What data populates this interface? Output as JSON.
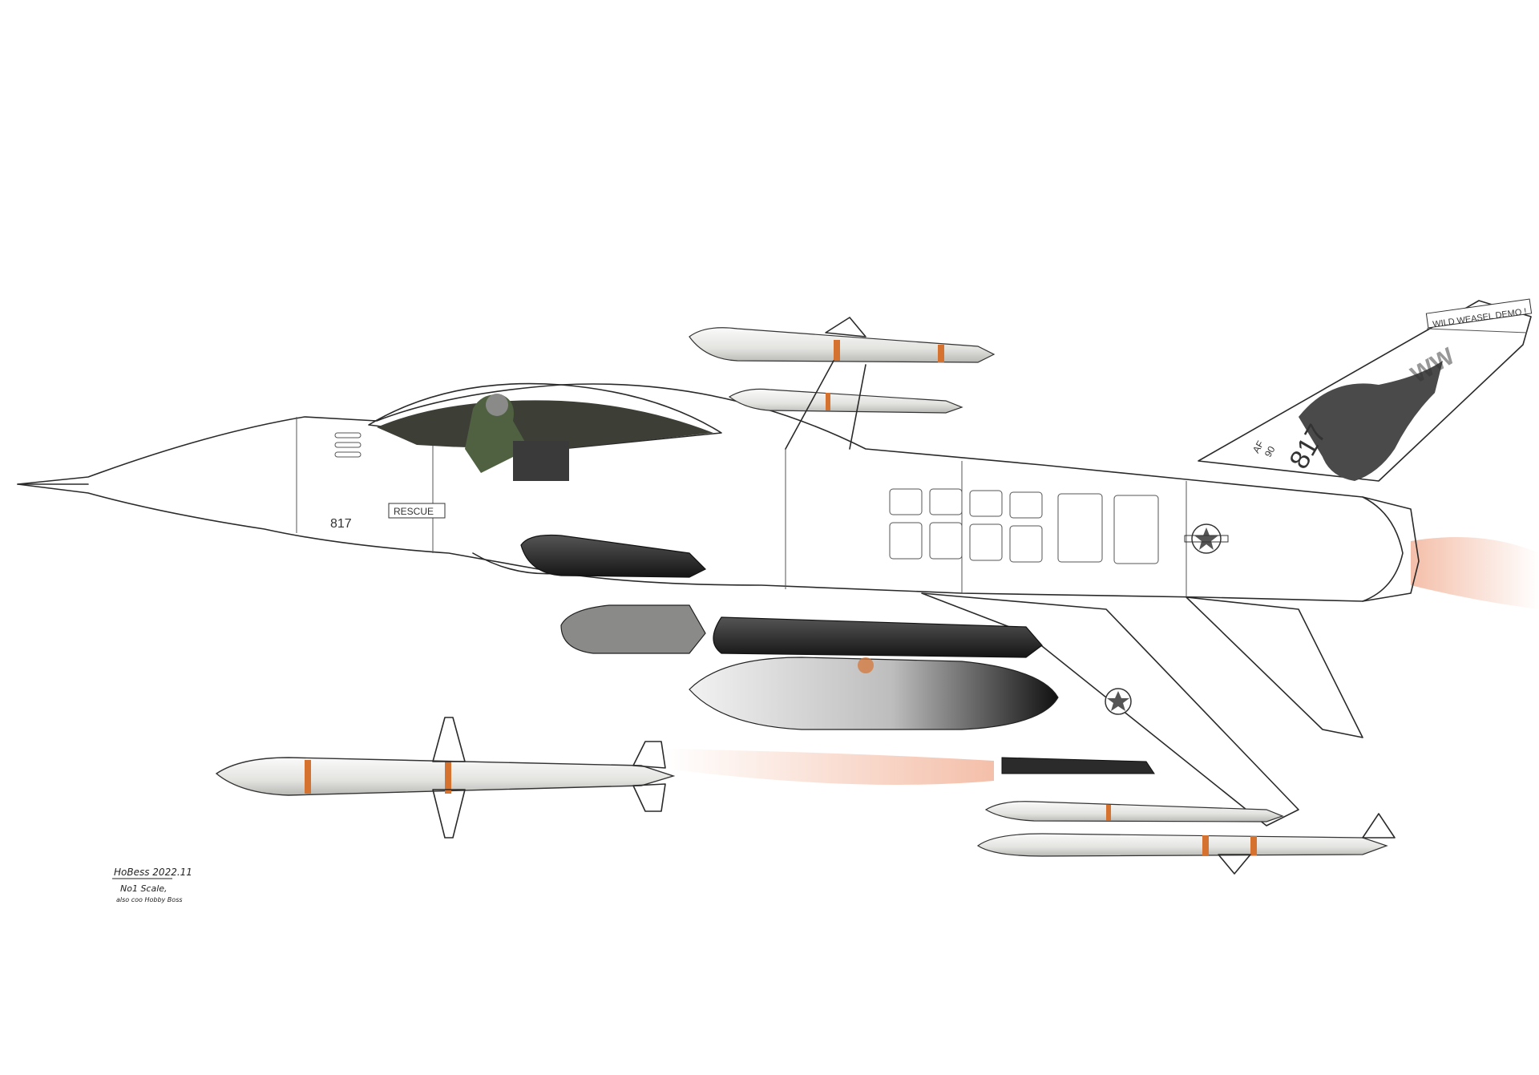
{
  "nose_code": "817",
  "rescue_label": "RESCUE",
  "tail": {
    "banner": "WILD WEASEL DEMO !",
    "letters": "WW",
    "base_code": "AF",
    "year_code": "90",
    "serial": "817"
  },
  "signature": {
    "line1": "HoBess 2022.11",
    "line2": "No1 Scale,",
    "line3": "also coo Hobby Boss"
  },
  "colors": {
    "background": "#ffffff",
    "line": "#2a2a2a",
    "canopy": "#3d3f36",
    "pilot_suit": "#4f6140",
    "pod_dark": "#1e1e1e",
    "missile_body": "#e6e6e3",
    "missile_band": "#d6722f",
    "exhaust": "#f3b8a0"
  }
}
